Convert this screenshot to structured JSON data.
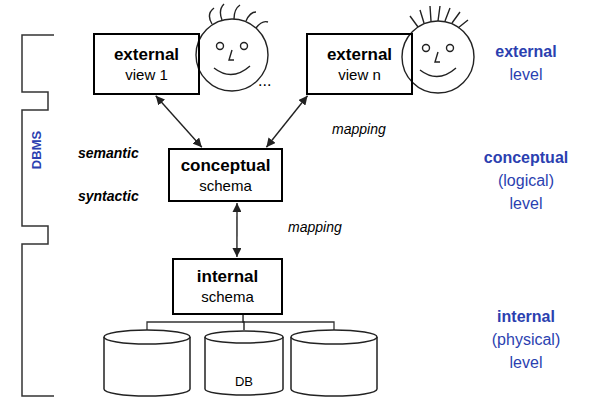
{
  "diagram": {
    "nodes": [
      {
        "text": [
          "external",
          "view 1"
        ]
      },
      {
        "text": [
          "external",
          "view n"
        ]
      },
      {
        "text": [
          "conceptual",
          "schema"
        ]
      },
      {
        "text": [
          "internal",
          "schema"
        ]
      },
      {
        "text": [
          "DB"
        ]
      }
    ],
    "edges": [
      {
        "from": 0,
        "to": 2,
        "arrow": "both"
      },
      {
        "from": 1,
        "to": 2,
        "label": "mapping",
        "arrow": "both"
      },
      {
        "from": 2,
        "to": 3,
        "label": "mapping",
        "arrow": "both"
      },
      {
        "from": 3,
        "to": 4,
        "arrow": "none"
      }
    ],
    "labels": [
      "DBMS",
      "semantic",
      "syntactic",
      "...",
      "external level",
      "conceptual (logical) level",
      "internal (physical) level"
    ]
  }
}
